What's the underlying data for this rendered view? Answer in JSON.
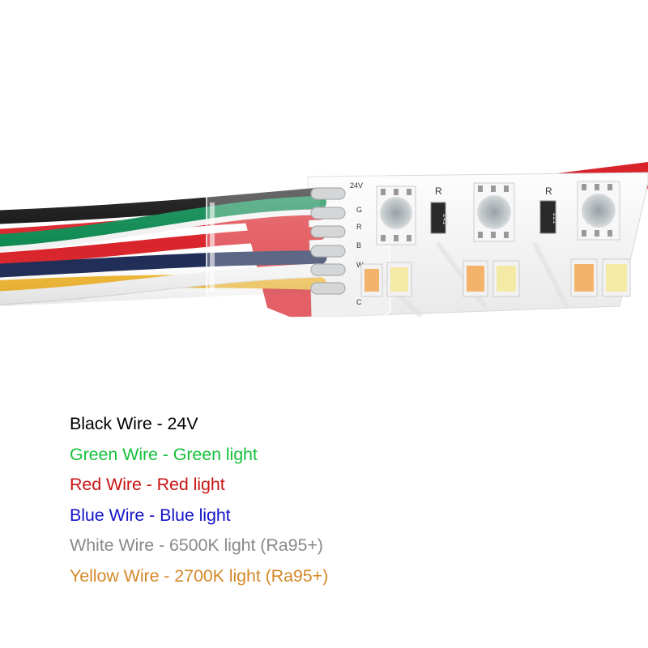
{
  "photo": {
    "strip_labels": {
      "voltage": "24V",
      "resistor_letter_1": "R",
      "resistor_letter_2": "R",
      "resistor_code_1": "241",
      "resistor_code_2": "221",
      "pad_r": "R",
      "pad_g": "G",
      "pad_b": "B",
      "pad_w": "W",
      "pad_c": "C"
    },
    "wire_colors": {
      "black": "#121212",
      "green": "#0e8a52",
      "red": "#d9242b",
      "white": "#f2f2f2",
      "blue": "#1d2b55",
      "yellow": "#f0b833"
    }
  },
  "legend": [
    {
      "text": "Black Wire - 24V",
      "color": "#000000"
    },
    {
      "text": "Green Wire - Green light",
      "color": "#16c03a"
    },
    {
      "text": "Red Wire - Red light",
      "color": "#c81414"
    },
    {
      "text": "Blue Wire - Blue light",
      "color": "#1414c8"
    },
    {
      "text": "White Wire - 6500K light (Ra95+)",
      "color": "#8a8a8a"
    },
    {
      "text": "Yellow Wire - 2700K light (Ra95+)",
      "color": "#d4892a"
    }
  ]
}
